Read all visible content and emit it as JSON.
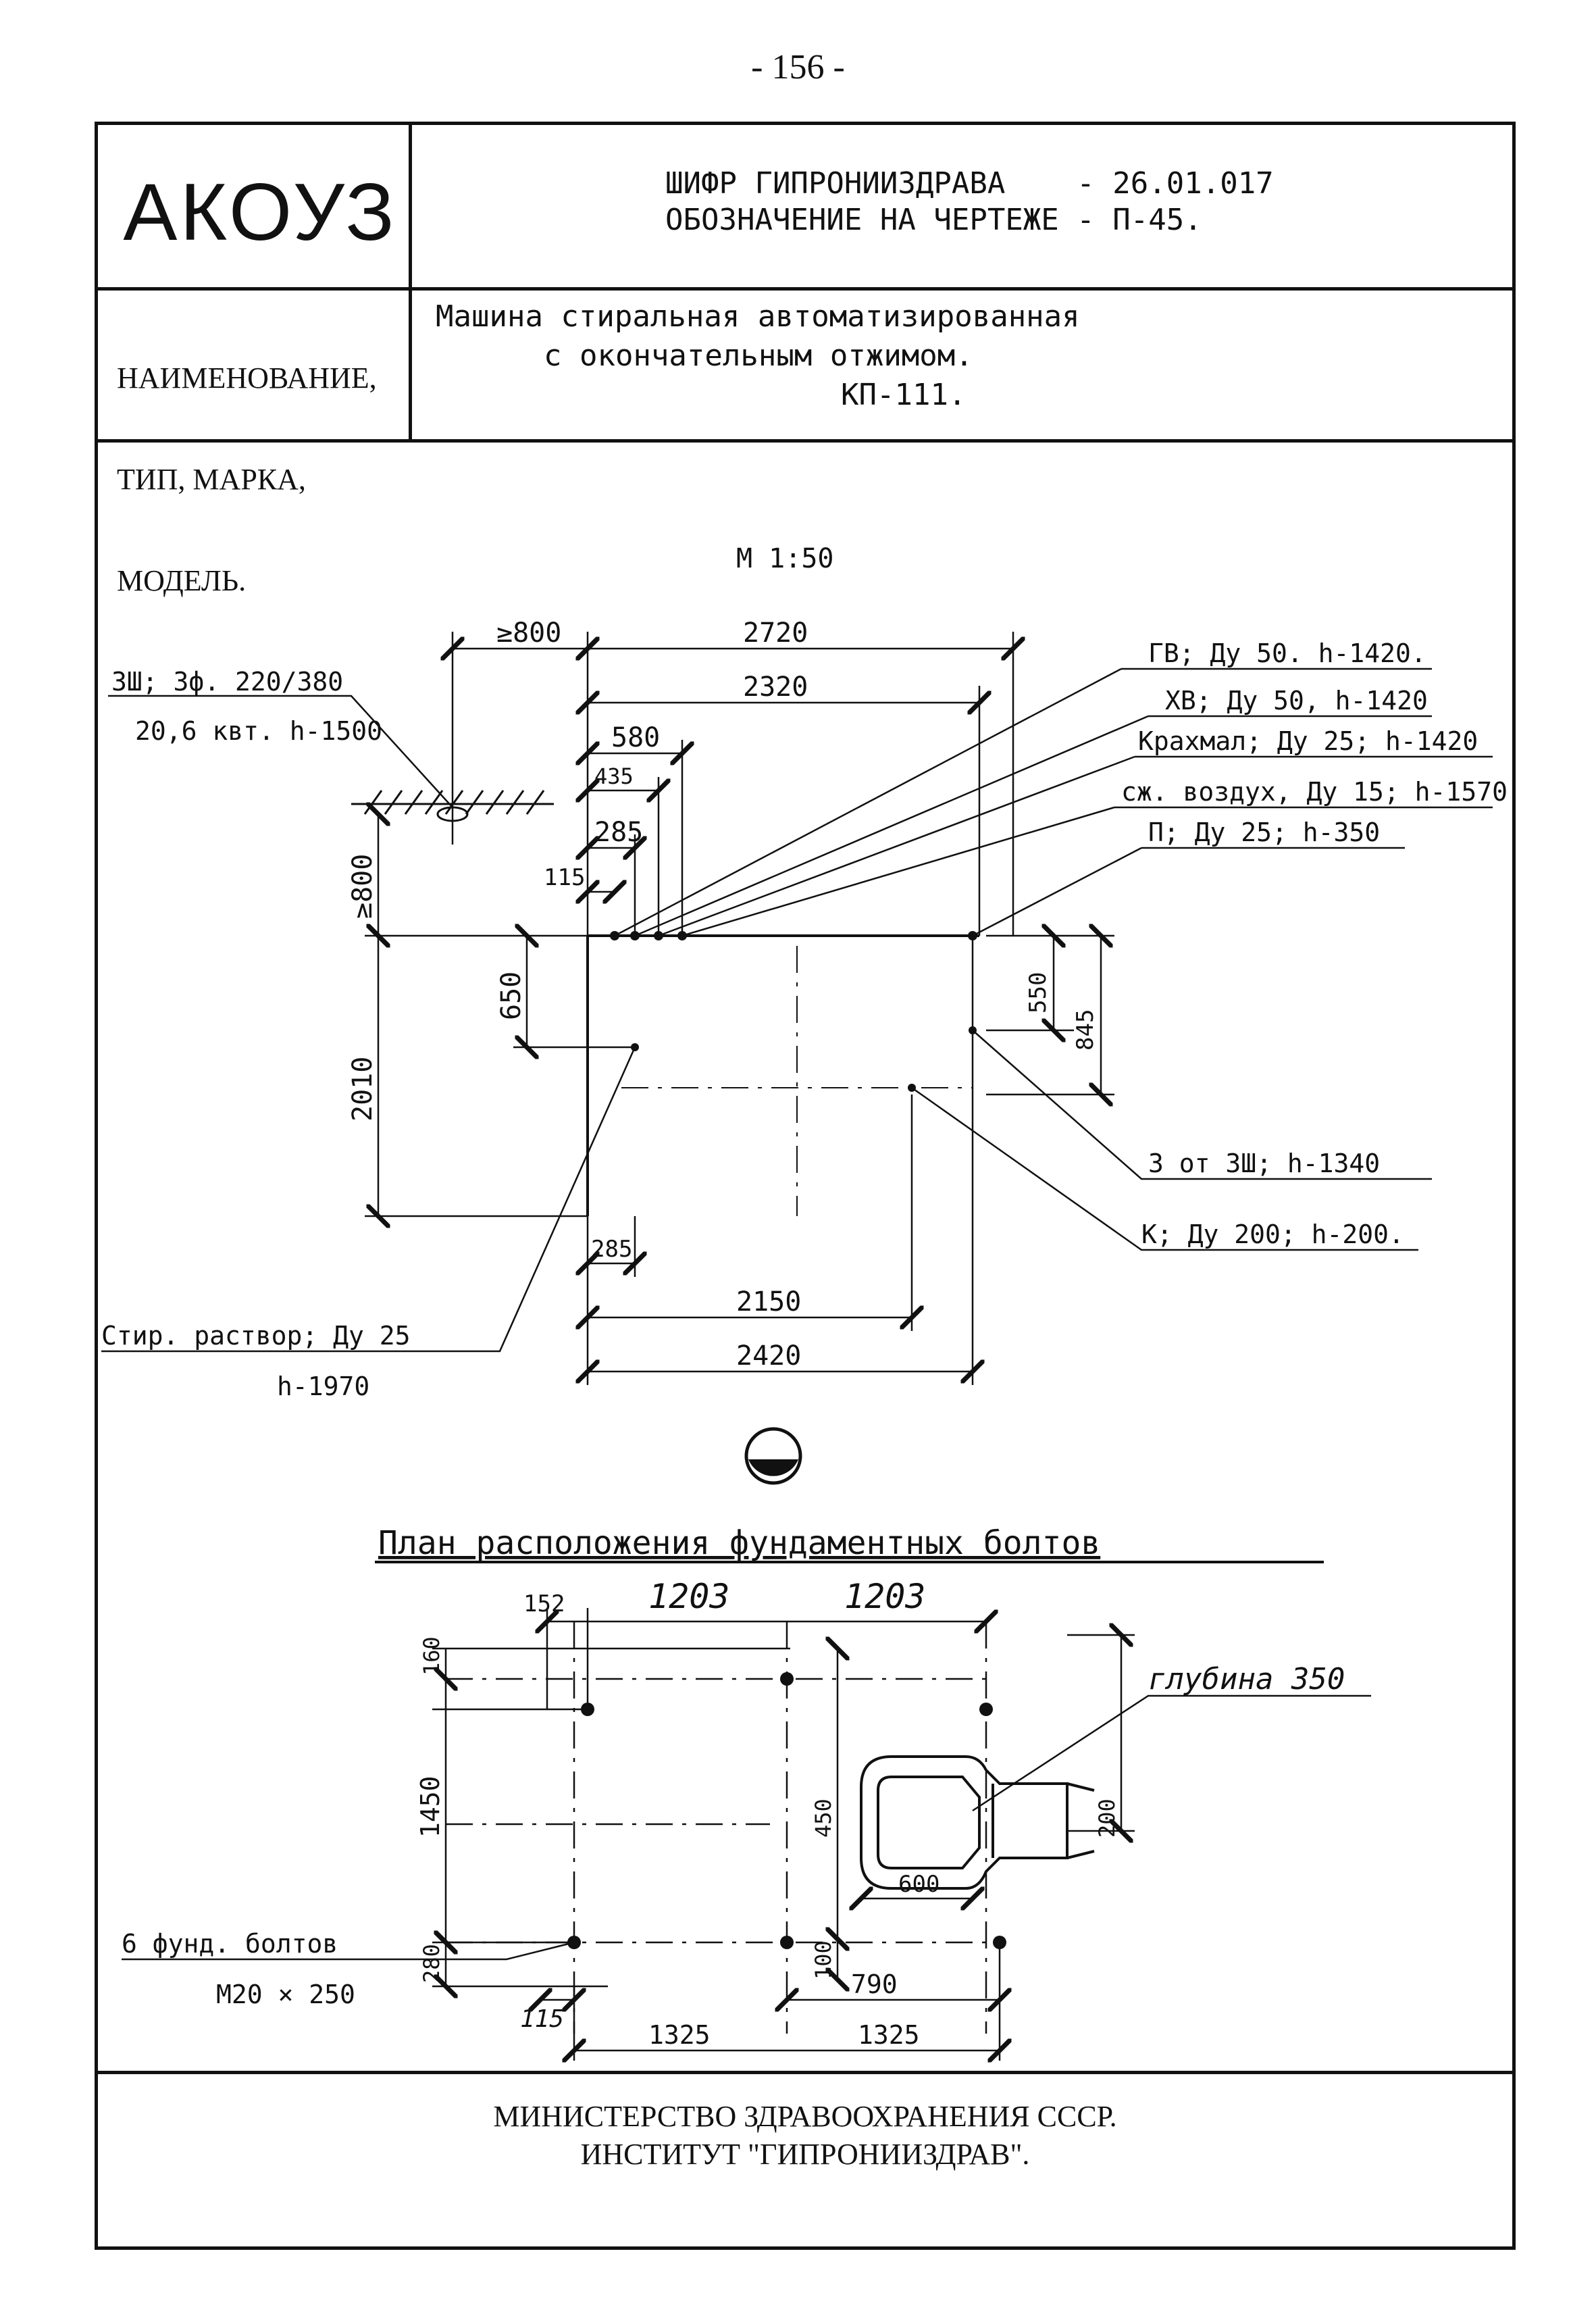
{
  "page_number": "- 156 -",
  "header": {
    "code": "АКОУЗ",
    "cipher_line1": "ШИФР ГИПРОНИИЗДРАВА    - 26.01.017",
    "cipher_line2": "ОБОЗНАЧЕНИЕ НА ЧЕРТЕЖЕ - П-45.",
    "name_label_line1": "НАИМЕНОВАНИЕ,",
    "name_label_line2": "ТИП, МАРКА,",
    "name_label_line3": "МОДЕЛЬ.",
    "name_line1": "Машина стиральная автоматизированная",
    "name_line2": "с окончательным отжимом.",
    "name_line3": "КП-111."
  },
  "drawing1": {
    "scale": "М 1:50",
    "dims": {
      "d_min800_top": "≥800",
      "d_2720": "2720",
      "d_2320": "2320",
      "d_580": "580",
      "d_435": "435",
      "d_285_top": "285",
      "d_115": "115",
      "d_min800_left": "≥800",
      "d_650": "650",
      "d_2010": "2010",
      "d_550": "550",
      "d_845": "845",
      "d_285_bottom": "285",
      "d_2150": "2150",
      "d_2420": "2420"
    },
    "labels": {
      "elec_line1": "ЗШ; 3ф. 220/380",
      "elec_line2": "20,6 квт. h-1500",
      "gv": "ГВ; Ду 50. h-1420.",
      "xv": "ХВ; Ду 50, h-1420",
      "starch": "Крахмал; Ду 25; h-1420",
      "air": "сж. воздух, Ду 15; h-1570",
      "steam": "П; Ду 25; h-350",
      "ground": "З от ЗШ; h-1340",
      "drain": "К; Ду 200; h-200.",
      "wash_line1": "Стир. раствор; Ду 25",
      "wash_line2": "h-1970"
    }
  },
  "drawing2": {
    "title": "План расположения фундаментных болтов",
    "dims": {
      "d_152": "152",
      "d_1203_a": "1203",
      "d_1203_b": "1203",
      "d_160": "160",
      "d_1450": "1450",
      "d_280": "280",
      "d_450": "450",
      "d_100": "100",
      "d_600": "600",
      "d_200": "200",
      "d_115": "115",
      "d_790": "790",
      "d_1325_a": "1325",
      "d_1325_b": "1325"
    },
    "labels": {
      "depth": "глубина 350",
      "bolts_line1": "6 фунд. болтов",
      "bolts_line2": "М20 × 250"
    }
  },
  "footer": {
    "line1": "МИНИСТЕРСТВО ЗДРАВООХРАНЕНИЯ СССР.",
    "line2": "ИНСТИТУТ \"ГИПРОНИИЗДРАВ\"."
  }
}
